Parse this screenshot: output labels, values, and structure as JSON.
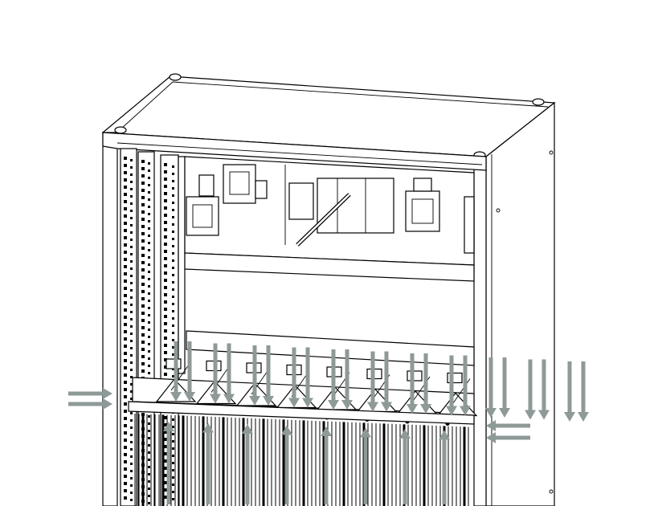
{
  "diagram": {
    "subject": "cabinet-airflow",
    "colors": {
      "airflow_arrow": "#8e9a98",
      "line": "#000000",
      "background": "#ffffff"
    },
    "airflow": {
      "down_arrow_count": 22,
      "up_arrow_count": 8,
      "left_inlet_arrow_count": 2,
      "right_inlet_arrow_count": 2,
      "fan_module_count": 8
    }
  }
}
